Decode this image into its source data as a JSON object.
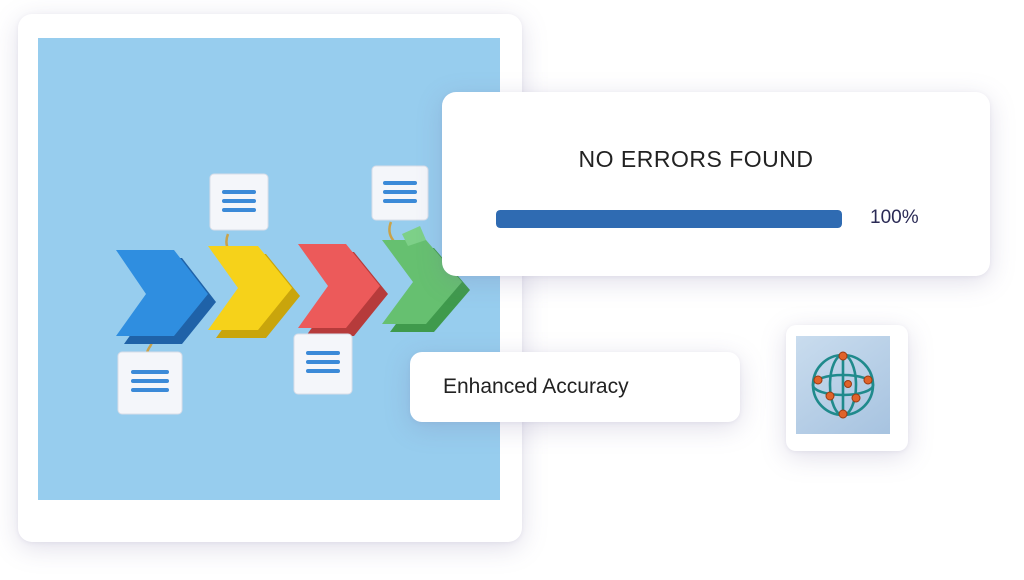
{
  "status_card": {
    "title": "NO ERRORS FOUND",
    "progress_value": 1.0,
    "progress_label": "100%"
  },
  "accuracy_card": {
    "label": "Enhanced Accuracy"
  },
  "colors": {
    "illustration_background": "#97cdee",
    "progress_fill": "#2f6bb2",
    "arrow_blue": "#2f8ee0",
    "arrow_yellow": "#f6d21a",
    "arrow_red": "#ec5a5a",
    "arrow_green": "#66c070"
  },
  "icons": {
    "process_flow": "process-arrows-illustration",
    "document": "document-lines-icon",
    "globe": "globe-network-icon"
  }
}
